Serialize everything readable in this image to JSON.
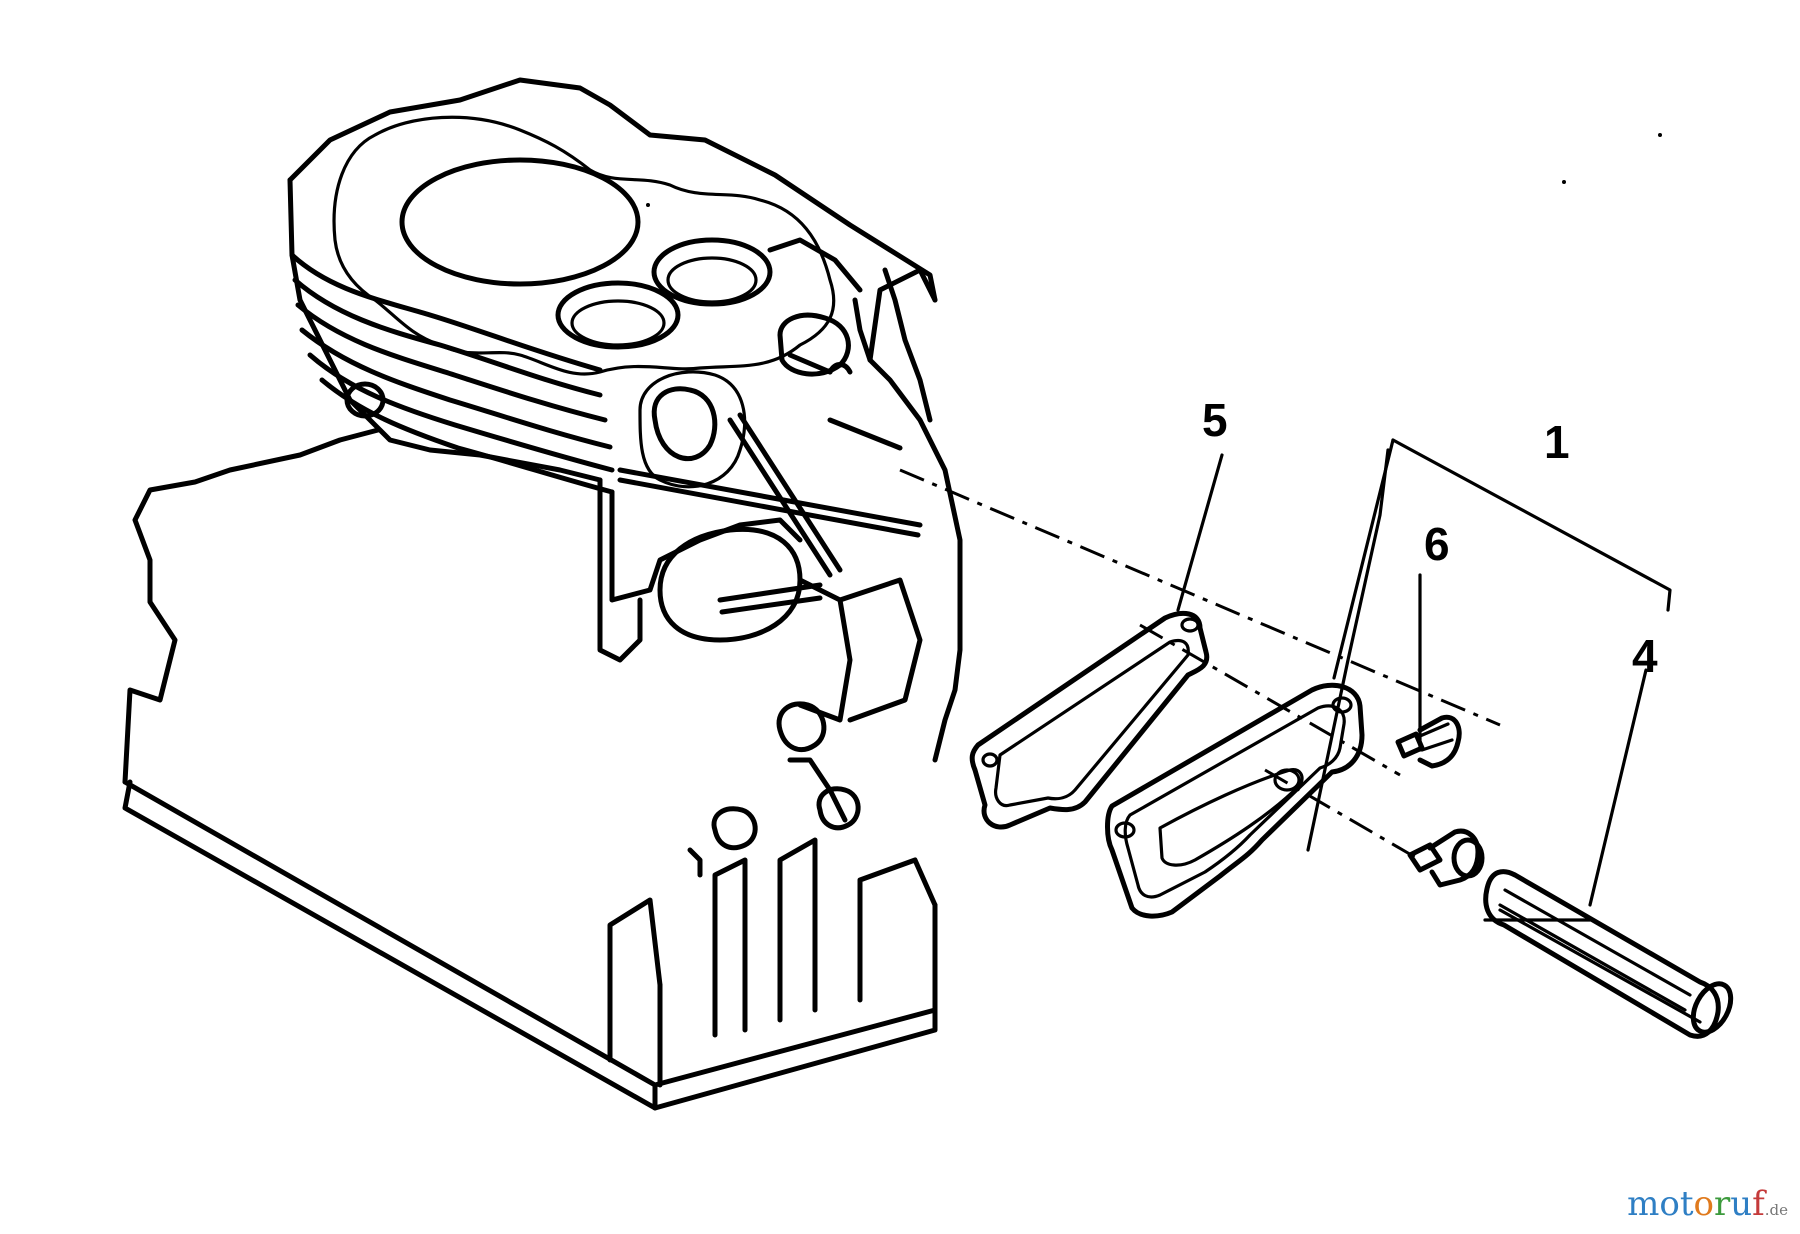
{
  "callouts": {
    "c1": "1",
    "c4": "4",
    "c5": "5",
    "c6": "6"
  },
  "watermark": {
    "brand_a": "mot",
    "brand_b": "o",
    "brand_c": "r",
    "brand_d": "u",
    "brand_e": "f",
    "suffix": ".de"
  }
}
